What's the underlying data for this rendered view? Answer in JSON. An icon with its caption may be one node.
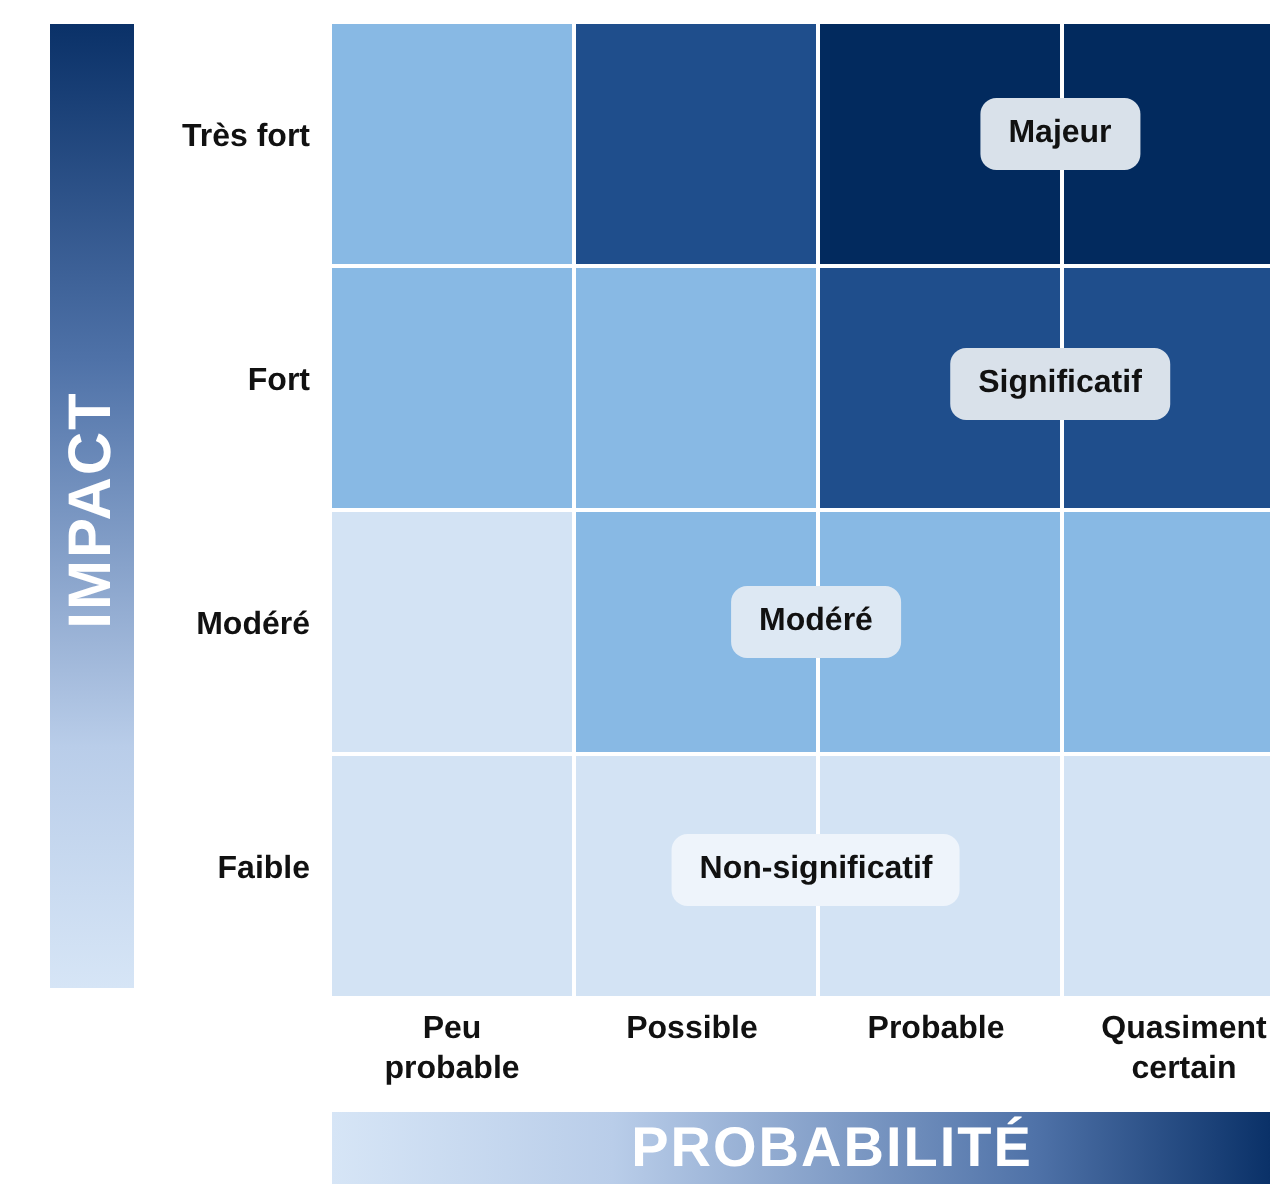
{
  "diagram": {
    "nodes": [
      {
        "text": [
          "Majeur"
        ]
      },
      {
        "text": [
          "Significatif"
        ]
      },
      {
        "text": [
          "Modéré"
        ]
      },
      {
        "text": [
          "Non-significatif"
        ]
      }
    ],
    "labels": [
      "IMPACT",
      "Très fort",
      "Fort",
      "Modéré",
      "Faible",
      "Peu probable",
      "Possible",
      "Probable",
      "Quasiment certain",
      "PROBABILITÉ"
    ]
  }
}
